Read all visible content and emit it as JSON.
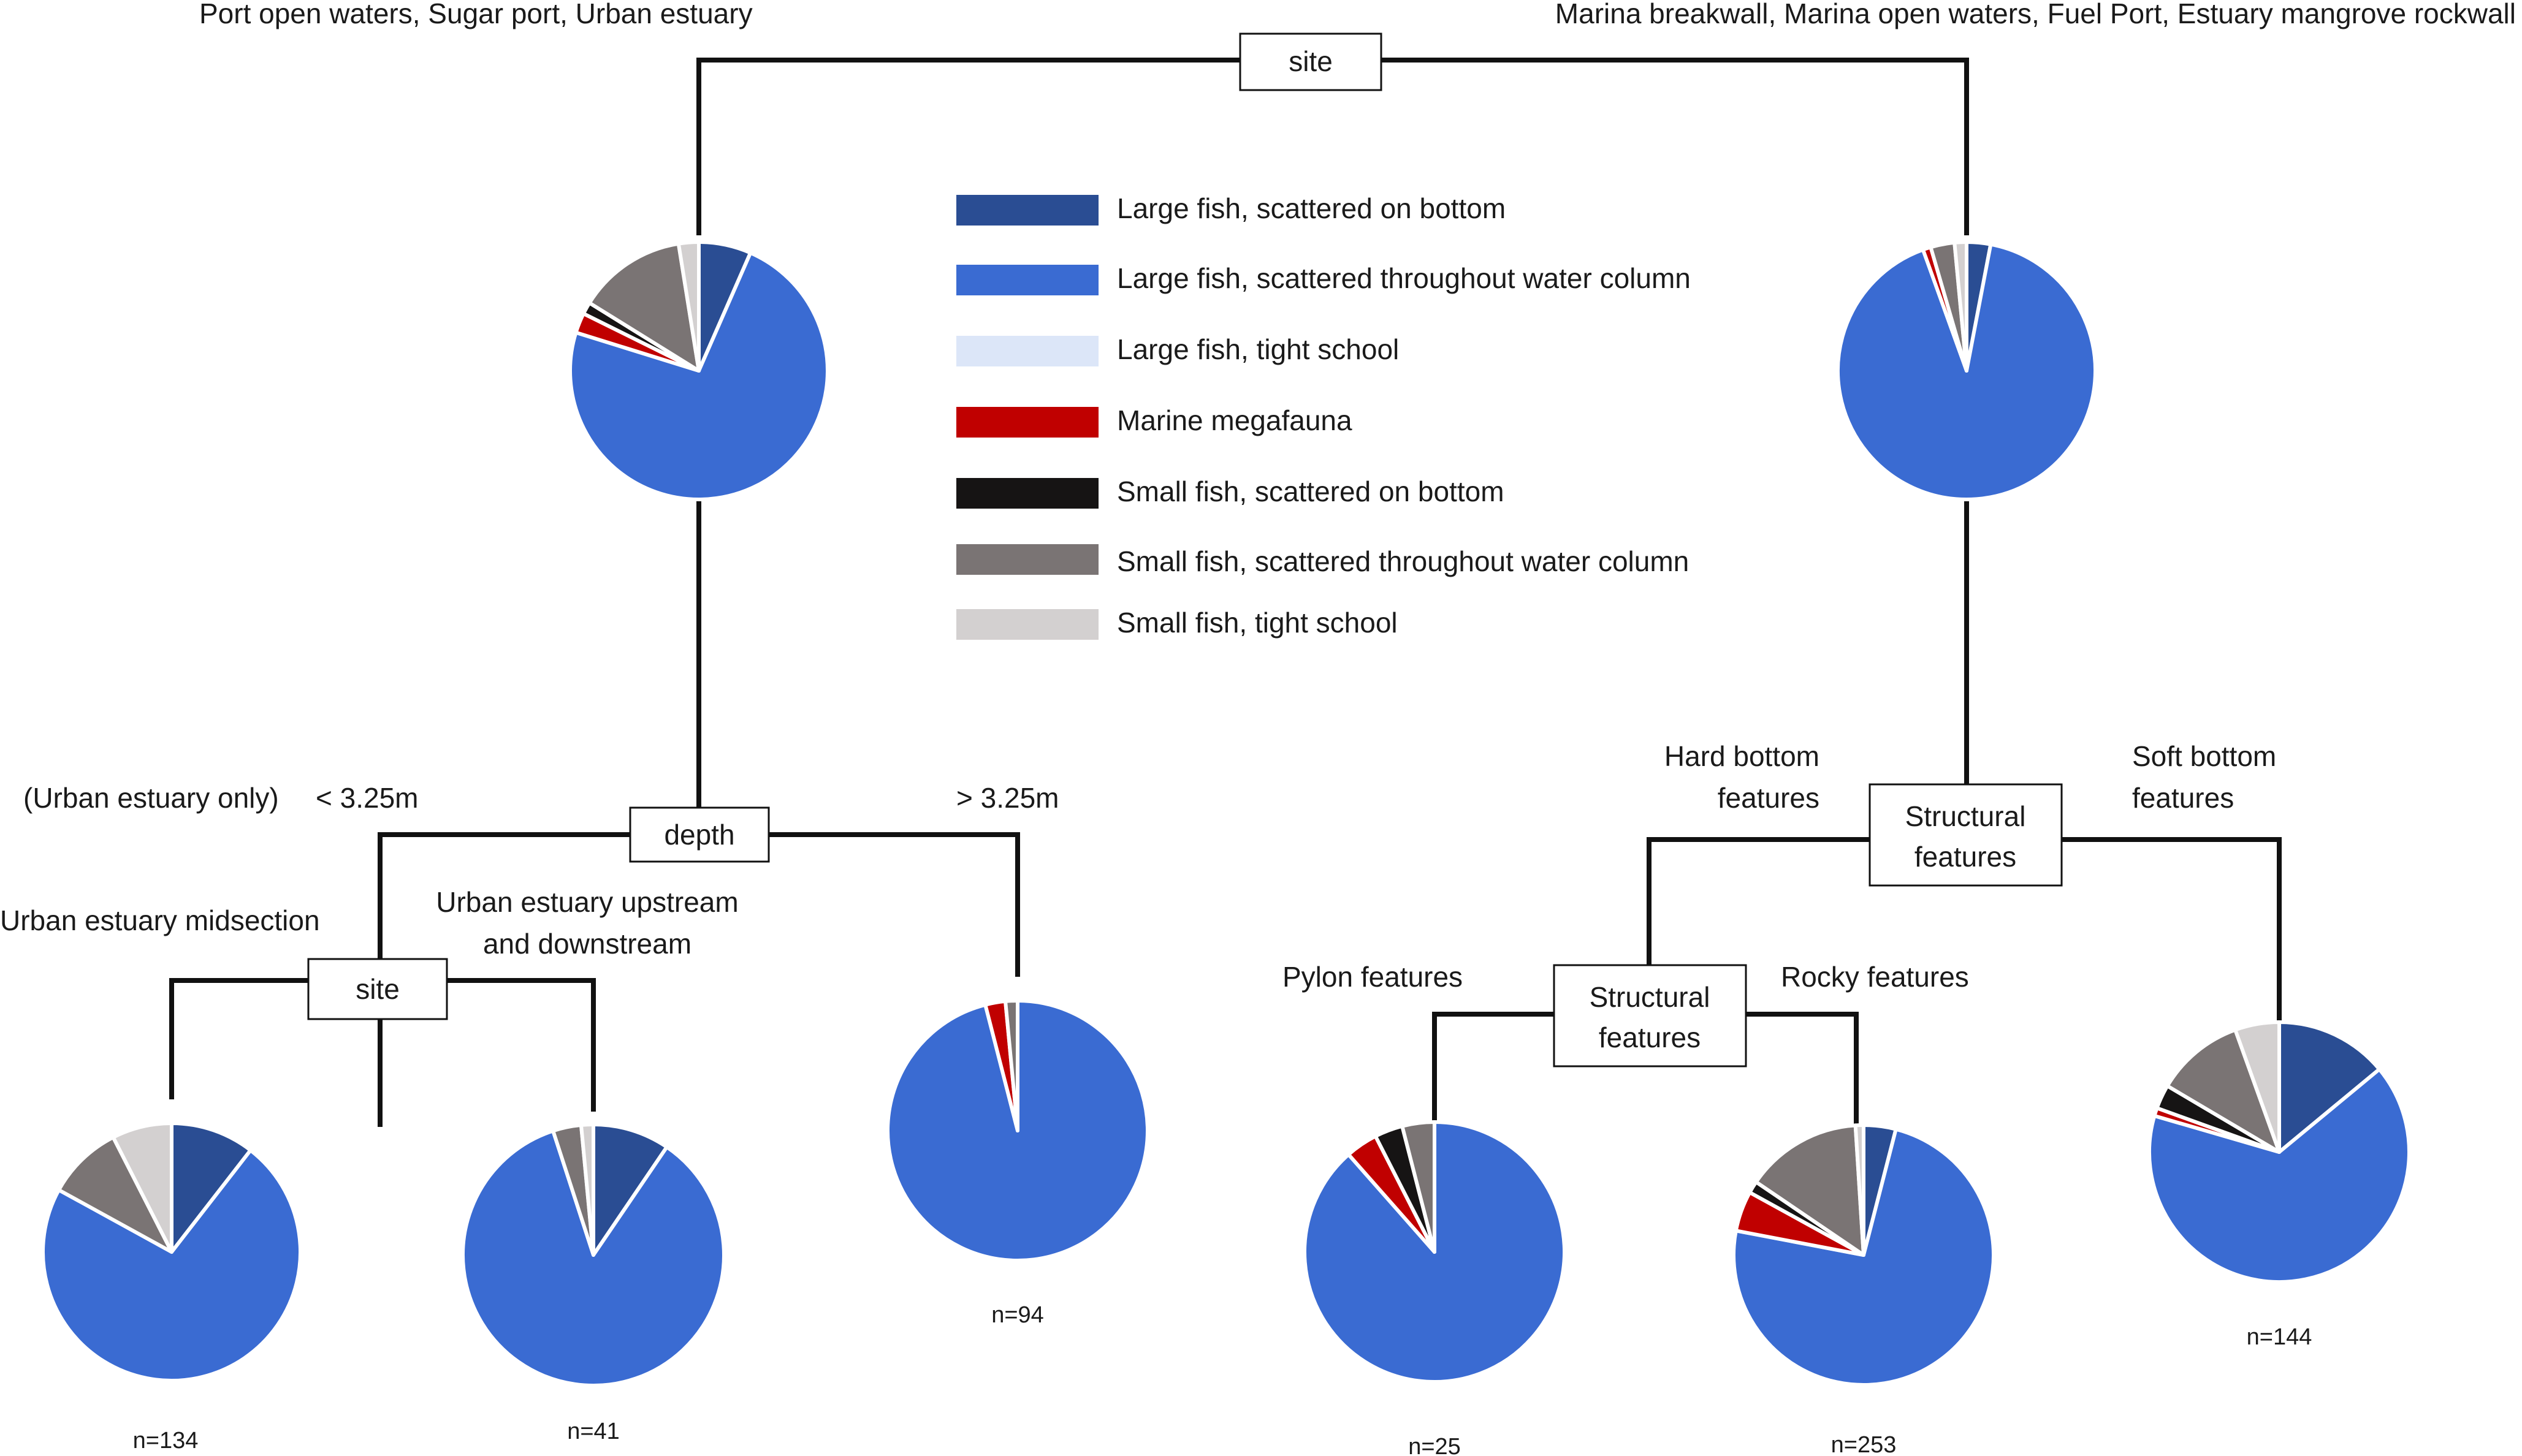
{
  "colors": {
    "large_bottom": "#2A4D93",
    "large_column": "#3A6BD2",
    "large_school": "#DCE6F8",
    "megafauna": "#C00000",
    "small_bottom": "#161414",
    "small_column": "#7A7474",
    "small_school": "#D3D0D0"
  },
  "legend": {
    "items": [
      {
        "label": "Large fish, scattered on bottom",
        "color": "#2A4D93"
      },
      {
        "label": "Large fish, scattered throughout water column",
        "color": "#3A6BD2"
      },
      {
        "label": "Large fish, tight school",
        "color": "#DCE6F8"
      },
      {
        "label": "Marine megafauna",
        "color": "#C00000"
      },
      {
        "label": "Small fish, scattered on bottom",
        "color": "#161414"
      },
      {
        "label": "Small fish, scattered throughout water column",
        "color": "#7A7474"
      },
      {
        "label": "Small fish, tight school",
        "color": "#D3D0D0"
      }
    ]
  },
  "nodes": {
    "root": "site",
    "depth": "depth",
    "site2": "site",
    "structural1": [
      "Structural",
      "features"
    ],
    "structural2": [
      "Structural",
      "features"
    ]
  },
  "labels": {
    "top_left": "Port open waters, Sugar port, Urban estuary",
    "top_right": "Marina breakwall, Marina open waters, Fuel Port, Estuary mangrove rockwall",
    "urban_only": "(Urban estuary only)",
    "depth_less": "< 3.25m",
    "depth_more": "> 3.25m",
    "midsection": "Urban estuary midsection",
    "updown": [
      "Urban estuary upstream",
      "and downstream"
    ],
    "hard": [
      "Hard bottom",
      "features"
    ],
    "soft": [
      "Soft bottom",
      "features"
    ],
    "pylon": "Pylon features",
    "rocky": "Rocky features"
  },
  "chart_data": {
    "type": "pie",
    "categories": [
      "Large fish, scattered on bottom",
      "Large fish, scattered throughout water column",
      "Large fish, tight school",
      "Marine megafauna",
      "Small fish, scattered on bottom",
      "Small fish, scattered throughout water column",
      "Small fish, tight school"
    ],
    "pies": [
      {
        "id": "pie-port-group",
        "n_label": "",
        "values": [
          6.5,
          72.5,
          0,
          2.5,
          1.5,
          13.5,
          2.5
        ]
      },
      {
        "id": "pie-marina-group",
        "n_label": "",
        "values": [
          3,
          91.5,
          0,
          1,
          0,
          3,
          1.5
        ]
      },
      {
        "id": "pie-midsection",
        "n_label": "n=134",
        "values": [
          10.5,
          72.5,
          0,
          0,
          0,
          9.5,
          7.5
        ]
      },
      {
        "id": "pie-updown",
        "n_label": "n=41",
        "values": [
          9.5,
          85.5,
          0,
          0,
          0,
          3.5,
          1.5
        ]
      },
      {
        "id": "pie-deep",
        "n_label": "n=94",
        "values": [
          0,
          96,
          0,
          2.5,
          0,
          1.5,
          0
        ]
      },
      {
        "id": "pie-pylon",
        "n_label": "n=25",
        "values": [
          0,
          88.5,
          0,
          4,
          3.5,
          4,
          0
        ]
      },
      {
        "id": "pie-rocky",
        "n_label": "n=253",
        "values": [
          4,
          74,
          0,
          5,
          1.5,
          14.5,
          1
        ]
      },
      {
        "id": "pie-soft",
        "n_label": "n=144",
        "values": [
          14,
          65.5,
          0,
          1,
          3,
          11,
          5.5
        ]
      }
    ]
  }
}
